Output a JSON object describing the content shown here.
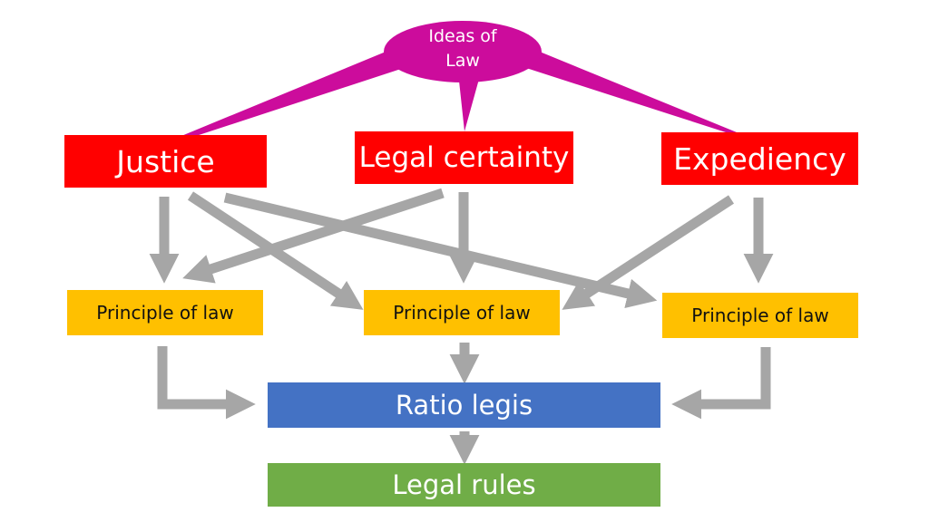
{
  "colors": {
    "bubble": "#CC0C9C",
    "idea_box": "#FF0000",
    "principle_box": "#FFC000",
    "ratio_box": "#4472C4",
    "rules_box": "#70AD47",
    "arrow": "#A6A6A6"
  },
  "root": {
    "label_line1": "Ideas of",
    "label_line2": "Law"
  },
  "ideas": [
    {
      "label": "Justice"
    },
    {
      "label": "Legal certainty"
    },
    {
      "label": "Expediency"
    }
  ],
  "principles": [
    {
      "label": "Principle of law"
    },
    {
      "label": "Principle of law"
    },
    {
      "label": "Principle of law"
    }
  ],
  "ratio": {
    "label": "Ratio legis"
  },
  "rules": {
    "label": "Legal rules"
  },
  "edges": [
    {
      "from": "Ideas of Law",
      "to": "Justice"
    },
    {
      "from": "Ideas of Law",
      "to": "Legal certainty"
    },
    {
      "from": "Ideas of Law",
      "to": "Expediency"
    },
    {
      "from": "Justice",
      "to": "Principle of law (left)"
    },
    {
      "from": "Justice",
      "to": "Principle of law (middle)"
    },
    {
      "from": "Justice",
      "to": "Principle of law (right)"
    },
    {
      "from": "Legal certainty",
      "to": "Principle of law (left)"
    },
    {
      "from": "Legal certainty",
      "to": "Principle of law (middle)"
    },
    {
      "from": "Expediency",
      "to": "Principle of law (middle)"
    },
    {
      "from": "Expediency",
      "to": "Principle of law (right)"
    },
    {
      "from": "Principle of law (left)",
      "to": "Ratio legis"
    },
    {
      "from": "Principle of law (middle)",
      "to": "Ratio legis"
    },
    {
      "from": "Principle of law (right)",
      "to": "Ratio legis"
    },
    {
      "from": "Ratio legis",
      "to": "Legal rules"
    }
  ]
}
